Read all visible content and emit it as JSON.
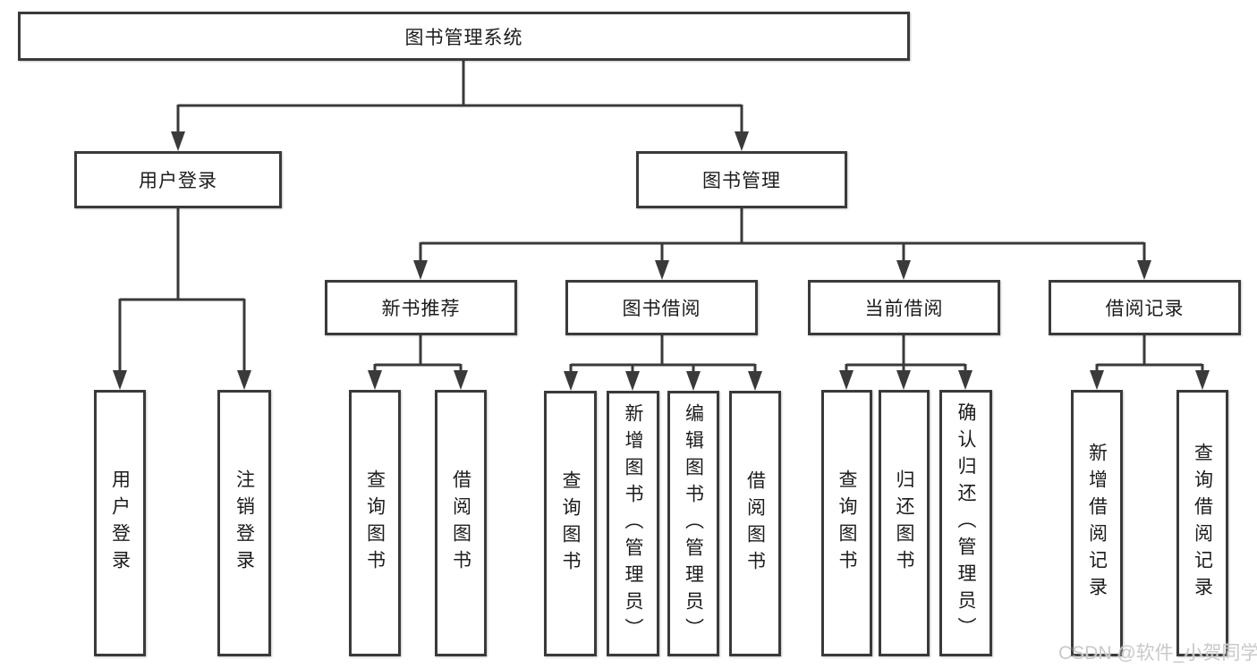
{
  "diagram": {
    "root": "图书管理系统",
    "branches": {
      "user": "用户登录",
      "book": "图书管理"
    },
    "modules": [
      "新书推荐",
      "图书借阅",
      "当前借阅",
      "借阅记录"
    ],
    "leaves": {
      "user": [
        "用户登录",
        "注销登录"
      ],
      "recommend": [
        "查询图书",
        "借阅图书"
      ],
      "borrow": [
        "查询图书",
        "新增图书（管理员）",
        "编辑图书（管理员）",
        "借阅图书"
      ],
      "current": [
        "查询图书",
        "归还图书",
        "确认归还（管理员）"
      ],
      "records": [
        "新增借阅记录",
        "查询借阅记录"
      ]
    }
  },
  "watermark": "CSDN @软件_小贺同学",
  "colors": {
    "line": "#3a3a3a",
    "box_border": "#3a3a3a",
    "text": "#1c1c1c",
    "watermark_text": "#c9c9c9",
    "background": "#ffffff"
  }
}
